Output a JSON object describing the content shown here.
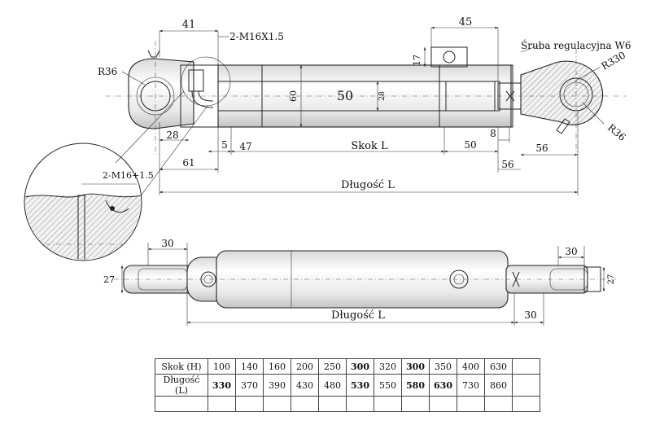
{
  "top_view": {
    "dim_41": "41",
    "thread_top": "2-M16X1.5",
    "dim_45": "45",
    "label_screw": "Śruba regulacyjna W6",
    "r36_left": "R36",
    "r330": "R330",
    "dim_17": "17",
    "dim_60": "60",
    "dim_50_rod": "50",
    "dim_28_rod": "28",
    "r36_right": "R36",
    "dim_28_left": "28",
    "dim_5": "5",
    "dim_47": "47",
    "label_stroke": "Skok L",
    "dim_50_bottom": "50",
    "dim_8": "8",
    "dim_56_right": "56",
    "dim_61": "61",
    "dim_56_lower": "56",
    "label_length": "Długość L"
  },
  "detail": {
    "thread": "2-M16+1.5"
  },
  "side_view": {
    "dim_30_left": "30",
    "dim_27_left": "27",
    "dim_30_right": "30",
    "dim_27_right": "27",
    "label_length": "Długość L",
    "dim_30_bottom": "30"
  },
  "table": {
    "row1_label": "Skok (H)",
    "row2_label": "Długość (L)",
    "stroke": [
      "100",
      "140",
      "160",
      "200",
      "250",
      "300",
      "320",
      "300",
      "350",
      "400",
      "630"
    ],
    "length": [
      "330",
      "370",
      "390",
      "430",
      "480",
      "530",
      "550",
      "580",
      "630",
      "730",
      "860"
    ],
    "bold_stroke": [
      false,
      false,
      false,
      false,
      false,
      true,
      false,
      true,
      false,
      false,
      false
    ],
    "bold_length": [
      true,
      false,
      false,
      false,
      false,
      true,
      false,
      true,
      true,
      false,
      false
    ]
  }
}
